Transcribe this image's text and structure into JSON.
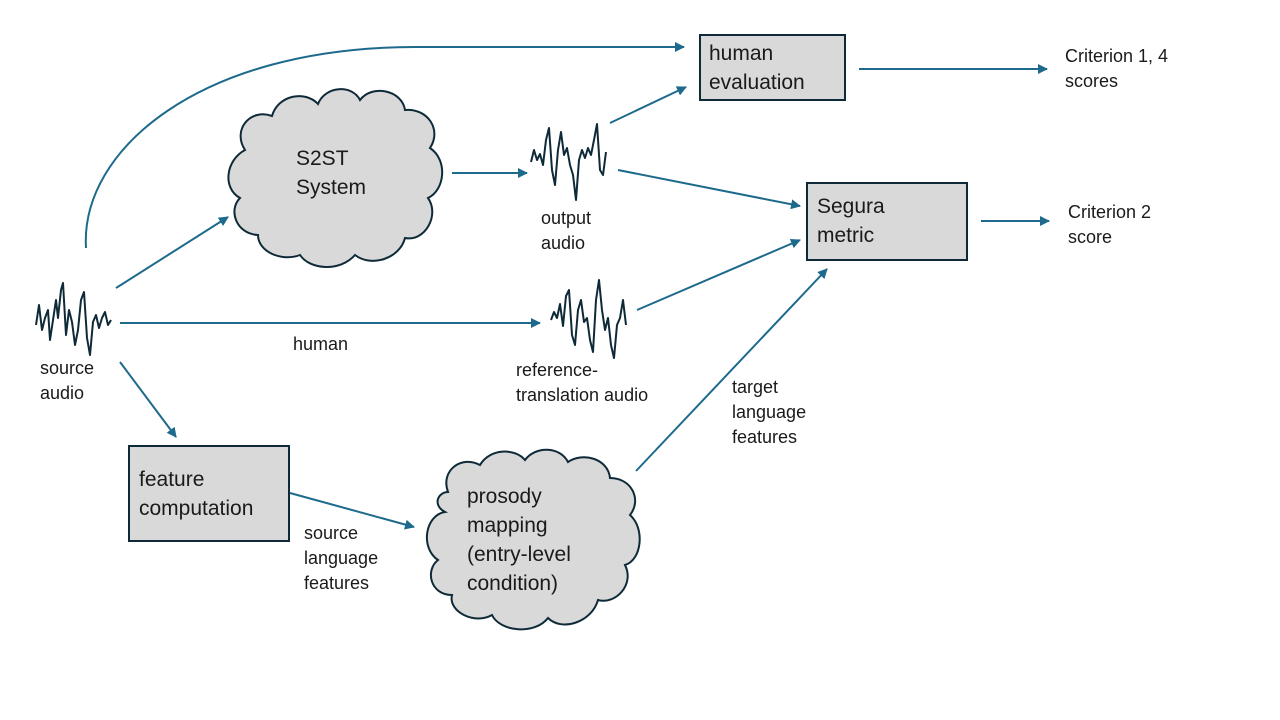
{
  "colors": {
    "arrow": "#1d6a8c",
    "node_fill": "#d9d9d9",
    "node_stroke": "#0e2a38",
    "waveform": "#0e2a38",
    "text": "#1a1a1a"
  },
  "nodes": {
    "s2st_system": {
      "shape": "cloud",
      "text": "S2ST\nSystem"
    },
    "human_evaluation": {
      "shape": "box",
      "text": "human\nevaluation"
    },
    "segura_metric": {
      "shape": "box",
      "text": "Segura\nmetric"
    },
    "feature_computation": {
      "shape": "box",
      "text": "feature\ncomputation"
    },
    "prosody_mapping": {
      "shape": "cloud",
      "text": "prosody\nmapping\n(entry-level\ncondition)"
    }
  },
  "audio": {
    "source": {
      "icon": "waveform-icon",
      "label": "source\naudio"
    },
    "output": {
      "icon": "waveform-icon",
      "label": "output\naudio"
    },
    "reference": {
      "icon": "waveform-icon",
      "label": "reference-\ntranslation audio"
    }
  },
  "outputs": {
    "criterion_1_4": "Criterion 1, 4\nscores",
    "criterion_2": "Criterion 2\nscore"
  },
  "edge_labels": {
    "human": "human",
    "source_language_features": "source\nlanguage\nfeatures",
    "target_language_features": "target\nlanguage\nfeatures"
  },
  "edges": [
    {
      "from": "source_audio",
      "to": "human_evaluation"
    },
    {
      "from": "source_audio",
      "to": "s2st_system"
    },
    {
      "from": "source_audio",
      "to": "reference_audio",
      "label": "human"
    },
    {
      "from": "source_audio",
      "to": "feature_computation"
    },
    {
      "from": "s2st_system",
      "to": "output_audio"
    },
    {
      "from": "output_audio",
      "to": "human_evaluation"
    },
    {
      "from": "output_audio",
      "to": "segura_metric"
    },
    {
      "from": "reference_audio",
      "to": "segura_metric"
    },
    {
      "from": "feature_computation",
      "to": "prosody_mapping",
      "label": "source language features"
    },
    {
      "from": "prosody_mapping",
      "to": "segura_metric",
      "label": "target language features"
    },
    {
      "from": "human_evaluation",
      "to": "criterion_1_4"
    },
    {
      "from": "segura_metric",
      "to": "criterion_2"
    }
  ]
}
